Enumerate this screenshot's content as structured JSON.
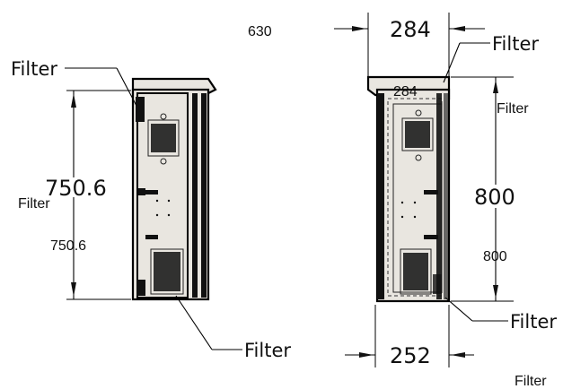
{
  "drawing": {
    "overall_width": "630",
    "left_view": {
      "filter_label_top": "Filter",
      "height_dim": "750.6",
      "height_dim_small": "750.6",
      "filter_label_side": "Filter",
      "filter_label_bottom": "Filter"
    },
    "right_view": {
      "width_top_dim": "284",
      "width_top_dim_small": "284",
      "filter_label_top": "Filter",
      "filter_label_side": "Filter",
      "height_dim": "800",
      "height_dim_small": "800",
      "filter_label_bottom": "Filter",
      "width_bottom_dim": "252",
      "filter_label_corner": "Filter"
    }
  }
}
